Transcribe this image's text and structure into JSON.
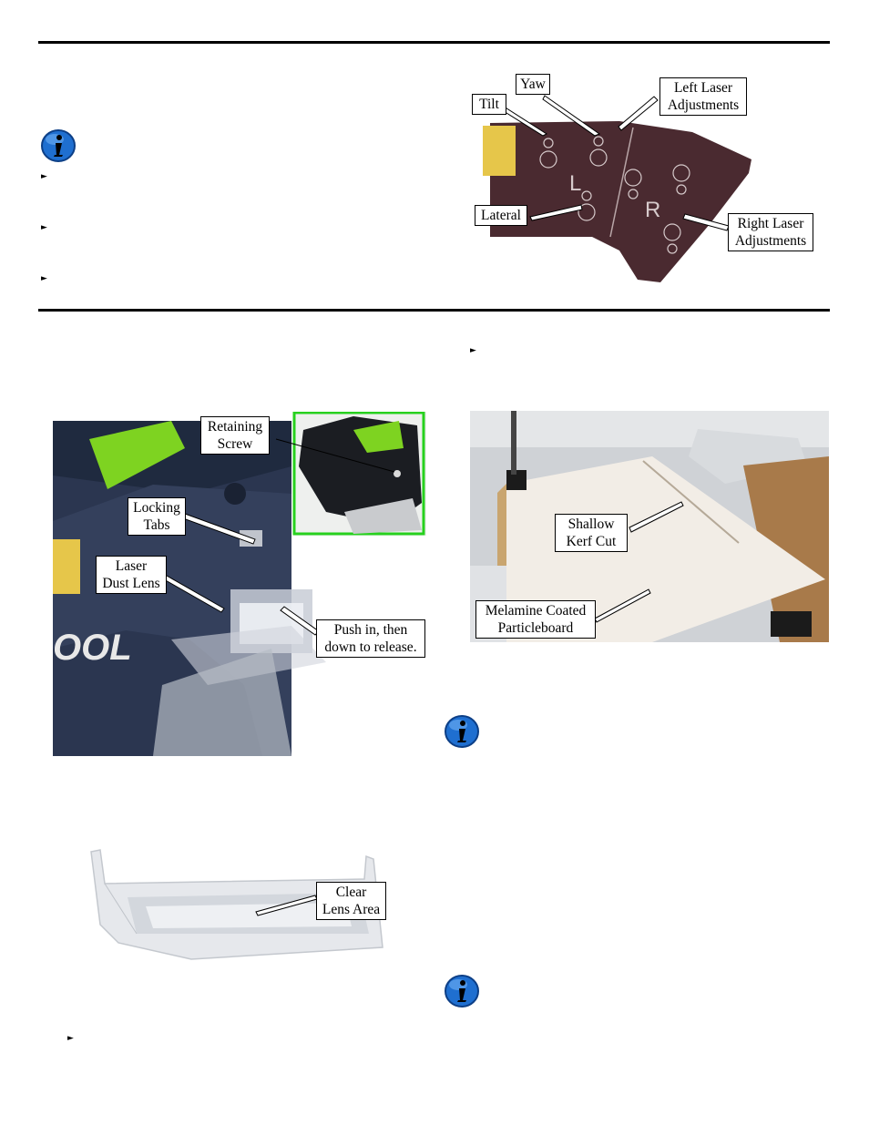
{
  "figures": {
    "laser_panel": {
      "callouts": {
        "yaw": "Yaw",
        "tilt": "Tilt",
        "left_laser": [
          "Left Laser",
          "Adjustments"
        ],
        "lateral": "Lateral",
        "right_laser": [
          "Right Laser",
          "Adjustments"
        ]
      },
      "panel_letters": {
        "left": "L",
        "right": "R"
      }
    },
    "dust_lens_photo": {
      "callouts": {
        "retaining_screw": [
          "Retaining",
          "Screw"
        ],
        "locking_tabs": [
          "Locking",
          "Tabs"
        ],
        "laser_dust_lens": [
          "Laser",
          "Dust Lens"
        ],
        "push_release": [
          "Push in, then",
          "down to release."
        ]
      },
      "label_text": "OOL"
    },
    "kerf_photo": {
      "callouts": {
        "shallow_kerf": [
          "Shallow",
          "Kerf Cut"
        ],
        "melamine": [
          "Melamine Coated",
          "Particleboard"
        ]
      }
    },
    "lens_photo": {
      "callouts": {
        "clear_lens": [
          "Clear",
          "Lens Area"
        ]
      }
    }
  },
  "icons": {
    "bullet": "triangle-bullet-icon",
    "info": "info-icon"
  },
  "colors": {
    "accent_green": "#7ed321",
    "panel_dark": "#4a2a30",
    "tool_blue": "#2b3650",
    "info_blue": "#1f6fd0"
  }
}
